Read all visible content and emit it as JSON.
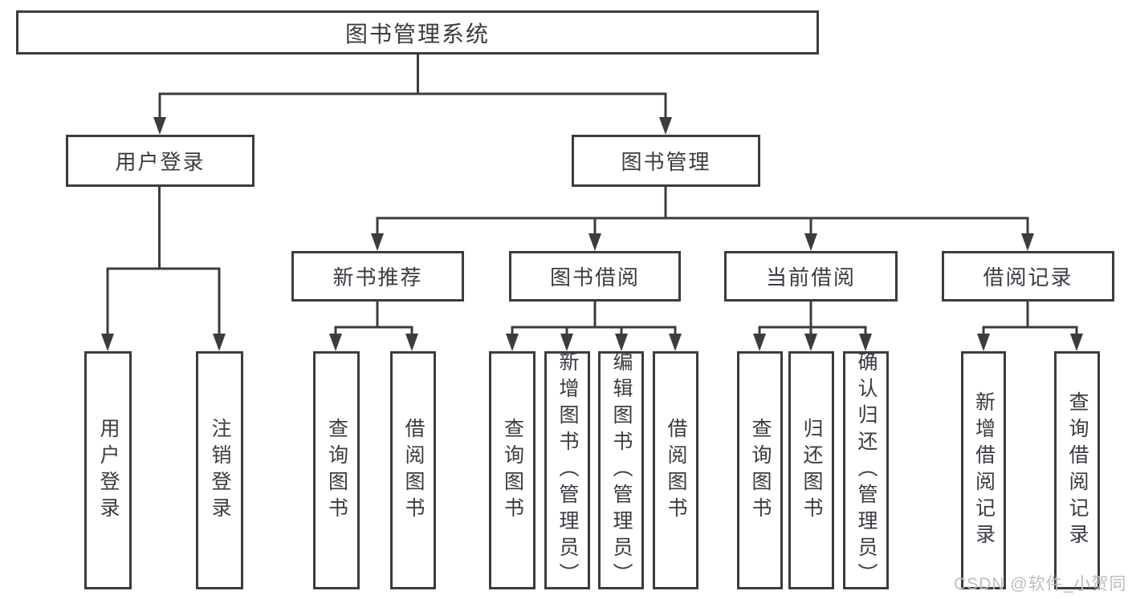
{
  "tree": {
    "root": {
      "label": "图书管理系统",
      "children": [
        {
          "label": "用户登录",
          "children": [
            {
              "label": "用户登录"
            },
            {
              "label": "注销登录"
            }
          ]
        },
        {
          "label": "图书管理",
          "children": [
            {
              "label": "新书推荐",
              "children": [
                {
                  "label": "查询图书"
                },
                {
                  "label": "借阅图书"
                }
              ]
            },
            {
              "label": "图书借阅",
              "children": [
                {
                  "label": "查询图书"
                },
                {
                  "label": "新增图书（管理员）"
                },
                {
                  "label": "编辑图书（管理员）"
                },
                {
                  "label": "借阅图书"
                }
              ]
            },
            {
              "label": "当前借阅",
              "children": [
                {
                  "label": "查询图书"
                },
                {
                  "label": "归还图书"
                },
                {
                  "label": "确认归还（管理员）"
                }
              ]
            },
            {
              "label": "借阅记录",
              "children": [
                {
                  "label": "新增借阅记录"
                },
                {
                  "label": "查询借阅记录"
                }
              ]
            }
          ]
        }
      ]
    }
  },
  "watermark": {
    "text": "CSDN @软件_小贺同学"
  },
  "colors": {
    "line": "#3a3c3f",
    "text": "#383c42",
    "watermark": "#bcbdbf",
    "bg": "#ffffff"
  }
}
